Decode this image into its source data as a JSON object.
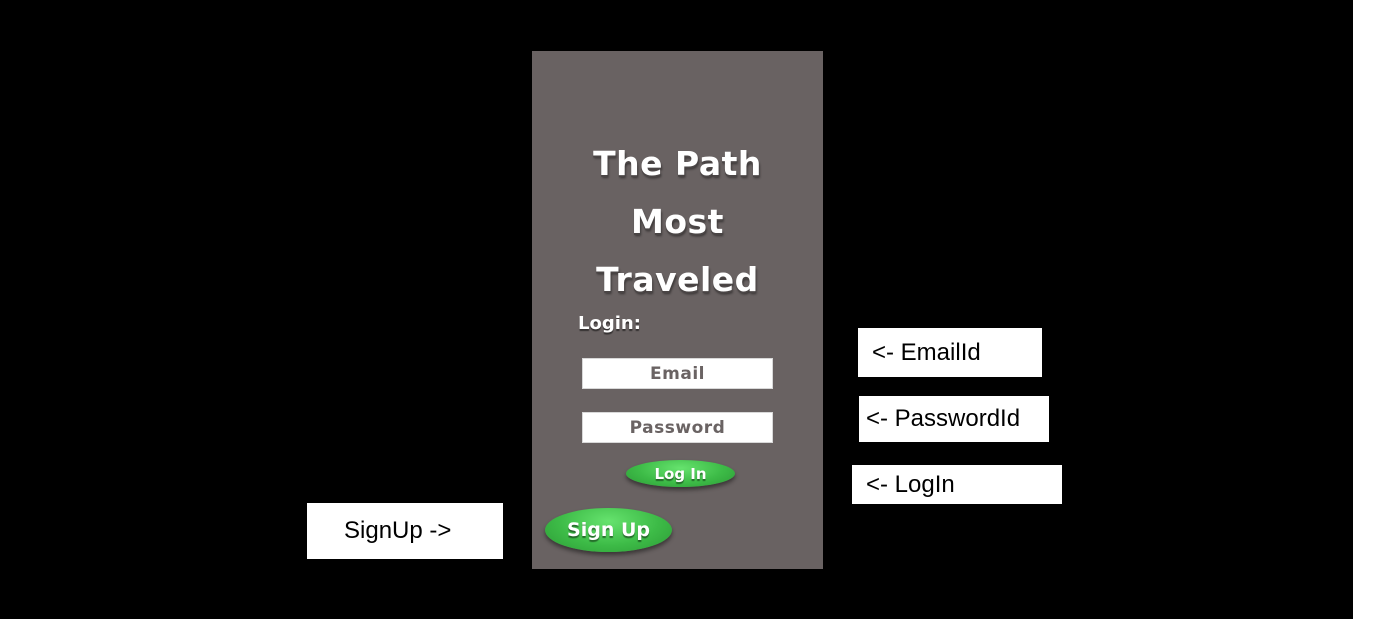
{
  "app": {
    "title_lines": [
      "The Path",
      "Most",
      "Traveled"
    ]
  },
  "login_form": {
    "section_label": "Login:",
    "email_placeholder": "Email",
    "password_placeholder": "Password",
    "login_button_label": "Log In",
    "signup_button_label": "Sign Up"
  },
  "annotations": {
    "email_note": "<- EmailId",
    "password_note": "<- PasswordId",
    "login_note": "<- LogIn",
    "signup_note": "SignUp ->"
  },
  "colors": {
    "background": "#000000",
    "phone_panel": "#696262",
    "button_green": "#3dbb47",
    "field_text": "#6a6363",
    "note_background": "#ffffff"
  }
}
